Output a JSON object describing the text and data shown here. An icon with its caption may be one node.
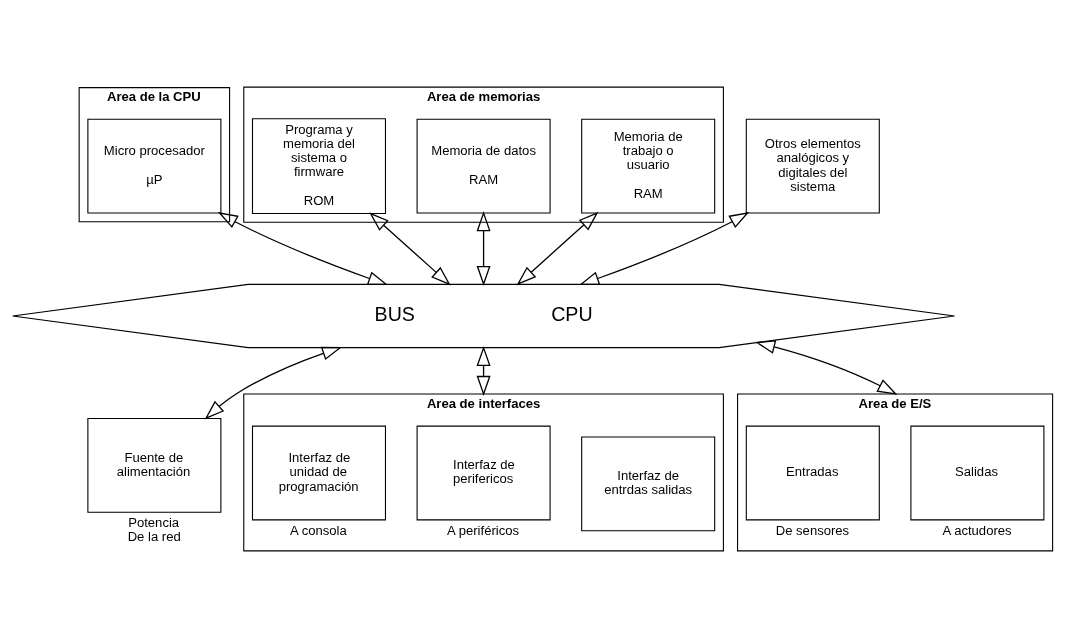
{
  "diagram": {
    "nodes": [
      {
        "text": [
          "Area de la CPU"
        ]
      },
      {
        "text": [
          "Micro procesador",
          "µP"
        ],
        "in": 0
      },
      {
        "text": [
          "Area de memorias"
        ]
      },
      {
        "text": [
          "Programa y memoria del sistema o firmware",
          "ROM"
        ],
        "in": 2
      },
      {
        "text": [
          "Memoria de datos",
          "RAM"
        ],
        "in": 2
      },
      {
        "text": [
          "Memoria de trabajo o usuario",
          "RAM"
        ],
        "in": 2
      },
      {
        "text": [
          "Otros elementos analógicos y digitales del sistema"
        ]
      },
      {
        "text": [
          "BUS",
          "CPU"
        ]
      },
      {
        "text": [
          "Fuente de alimentación"
        ],
        "beside": [
          "Potencia",
          "De la red"
        ]
      },
      {
        "text": [
          "Area de interfaces"
        ]
      },
      {
        "text": [
          "Interfaz de unidad de programación"
        ],
        "in": 9,
        "beside": [
          "A consola"
        ]
      },
      {
        "text": [
          "Interfaz de perifericos"
        ],
        "in": 9,
        "beside": [
          "A periféricos"
        ]
      },
      {
        "text": [
          "Interfaz de entrdas salidas"
        ],
        "in": 9
      },
      {
        "text": [
          "Area de E/S"
        ]
      },
      {
        "text": [
          "Entradas"
        ],
        "in": 13,
        "beside": [
          "De sensores"
        ]
      },
      {
        "text": [
          "Salidas"
        ],
        "in": 13,
        "beside": [
          "A actudores"
        ]
      }
    ],
    "edges": [
      {
        "from": 1,
        "to": 7,
        "arrow": "both"
      },
      {
        "from": 3,
        "to": 7,
        "arrow": "both"
      },
      {
        "from": 4,
        "to": 7,
        "arrow": "both"
      },
      {
        "from": 5,
        "to": 7,
        "arrow": "both"
      },
      {
        "from": 6,
        "to": 7,
        "arrow": "both"
      },
      {
        "from": 7,
        "to": 8,
        "arrow": "both"
      },
      {
        "from": 7,
        "to": 9,
        "arrow": "both"
      },
      {
        "from": 7,
        "to": 13,
        "arrow": "both"
      }
    ]
  }
}
